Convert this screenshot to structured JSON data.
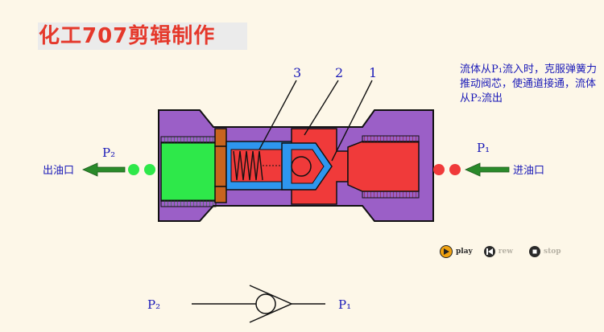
{
  "title": "化工707剪辑制作",
  "description": "流体从P₁流入时，克服弹簧力推动阀芯，使通道接通，流体从P₂流出",
  "labels": {
    "part1": "1",
    "part2": "2",
    "part3": "3",
    "p2": "P₂",
    "p1": "P₁",
    "outlet": "出油口",
    "inlet": "进油口"
  },
  "symbol": {
    "p2": "P₂",
    "p1": "P₁"
  },
  "controls": {
    "play": "play",
    "rew": "rew",
    "stop": "stop"
  },
  "colors": {
    "body": "#9b5fc7",
    "outlet_port": "#2ee84a",
    "inlet_port": "#f03a3a",
    "spring_chamber": "#2e96ee",
    "nut": "#c8641e",
    "arrow": "#2a8a2a",
    "label_text": "#1a1ab8",
    "title_text": "#e5382b"
  }
}
